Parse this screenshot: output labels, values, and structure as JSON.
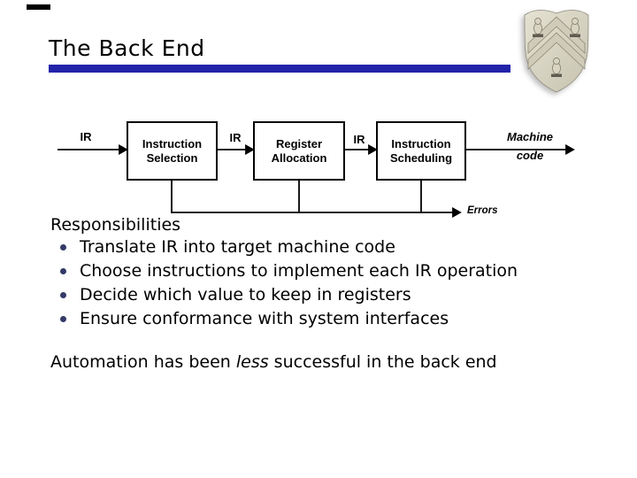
{
  "title": "The Back End",
  "colors": {
    "accent_bar": "#2323aa",
    "bullet_dot": "#333a66",
    "crest_stone": "#d8d4c3"
  },
  "icons": {
    "crest": "rice-shield-crest",
    "bullet": "bullet-dot"
  },
  "diagram": {
    "input_label": "IR",
    "stage1": {
      "line1": "Instruction",
      "line2": "Selection"
    },
    "edge1_label": "IR",
    "stage2": {
      "line1": "Register",
      "line2": "Allocation"
    },
    "edge2_label": "IR",
    "stage3": {
      "line1": "Instruction",
      "line2": "Scheduling"
    },
    "output": {
      "line1": "Machine",
      "line2": "code"
    },
    "errors_label": "Errors"
  },
  "body": {
    "heading": "Responsibilities",
    "bullets": [
      "Translate IR into target machine code",
      "Choose instructions to implement each IR operation",
      "Decide which value to keep in registers",
      "Ensure conformance with system interfaces"
    ]
  },
  "footer": {
    "pre": "Automation has been ",
    "emphasis": "less",
    "post": " successful in the back end"
  }
}
